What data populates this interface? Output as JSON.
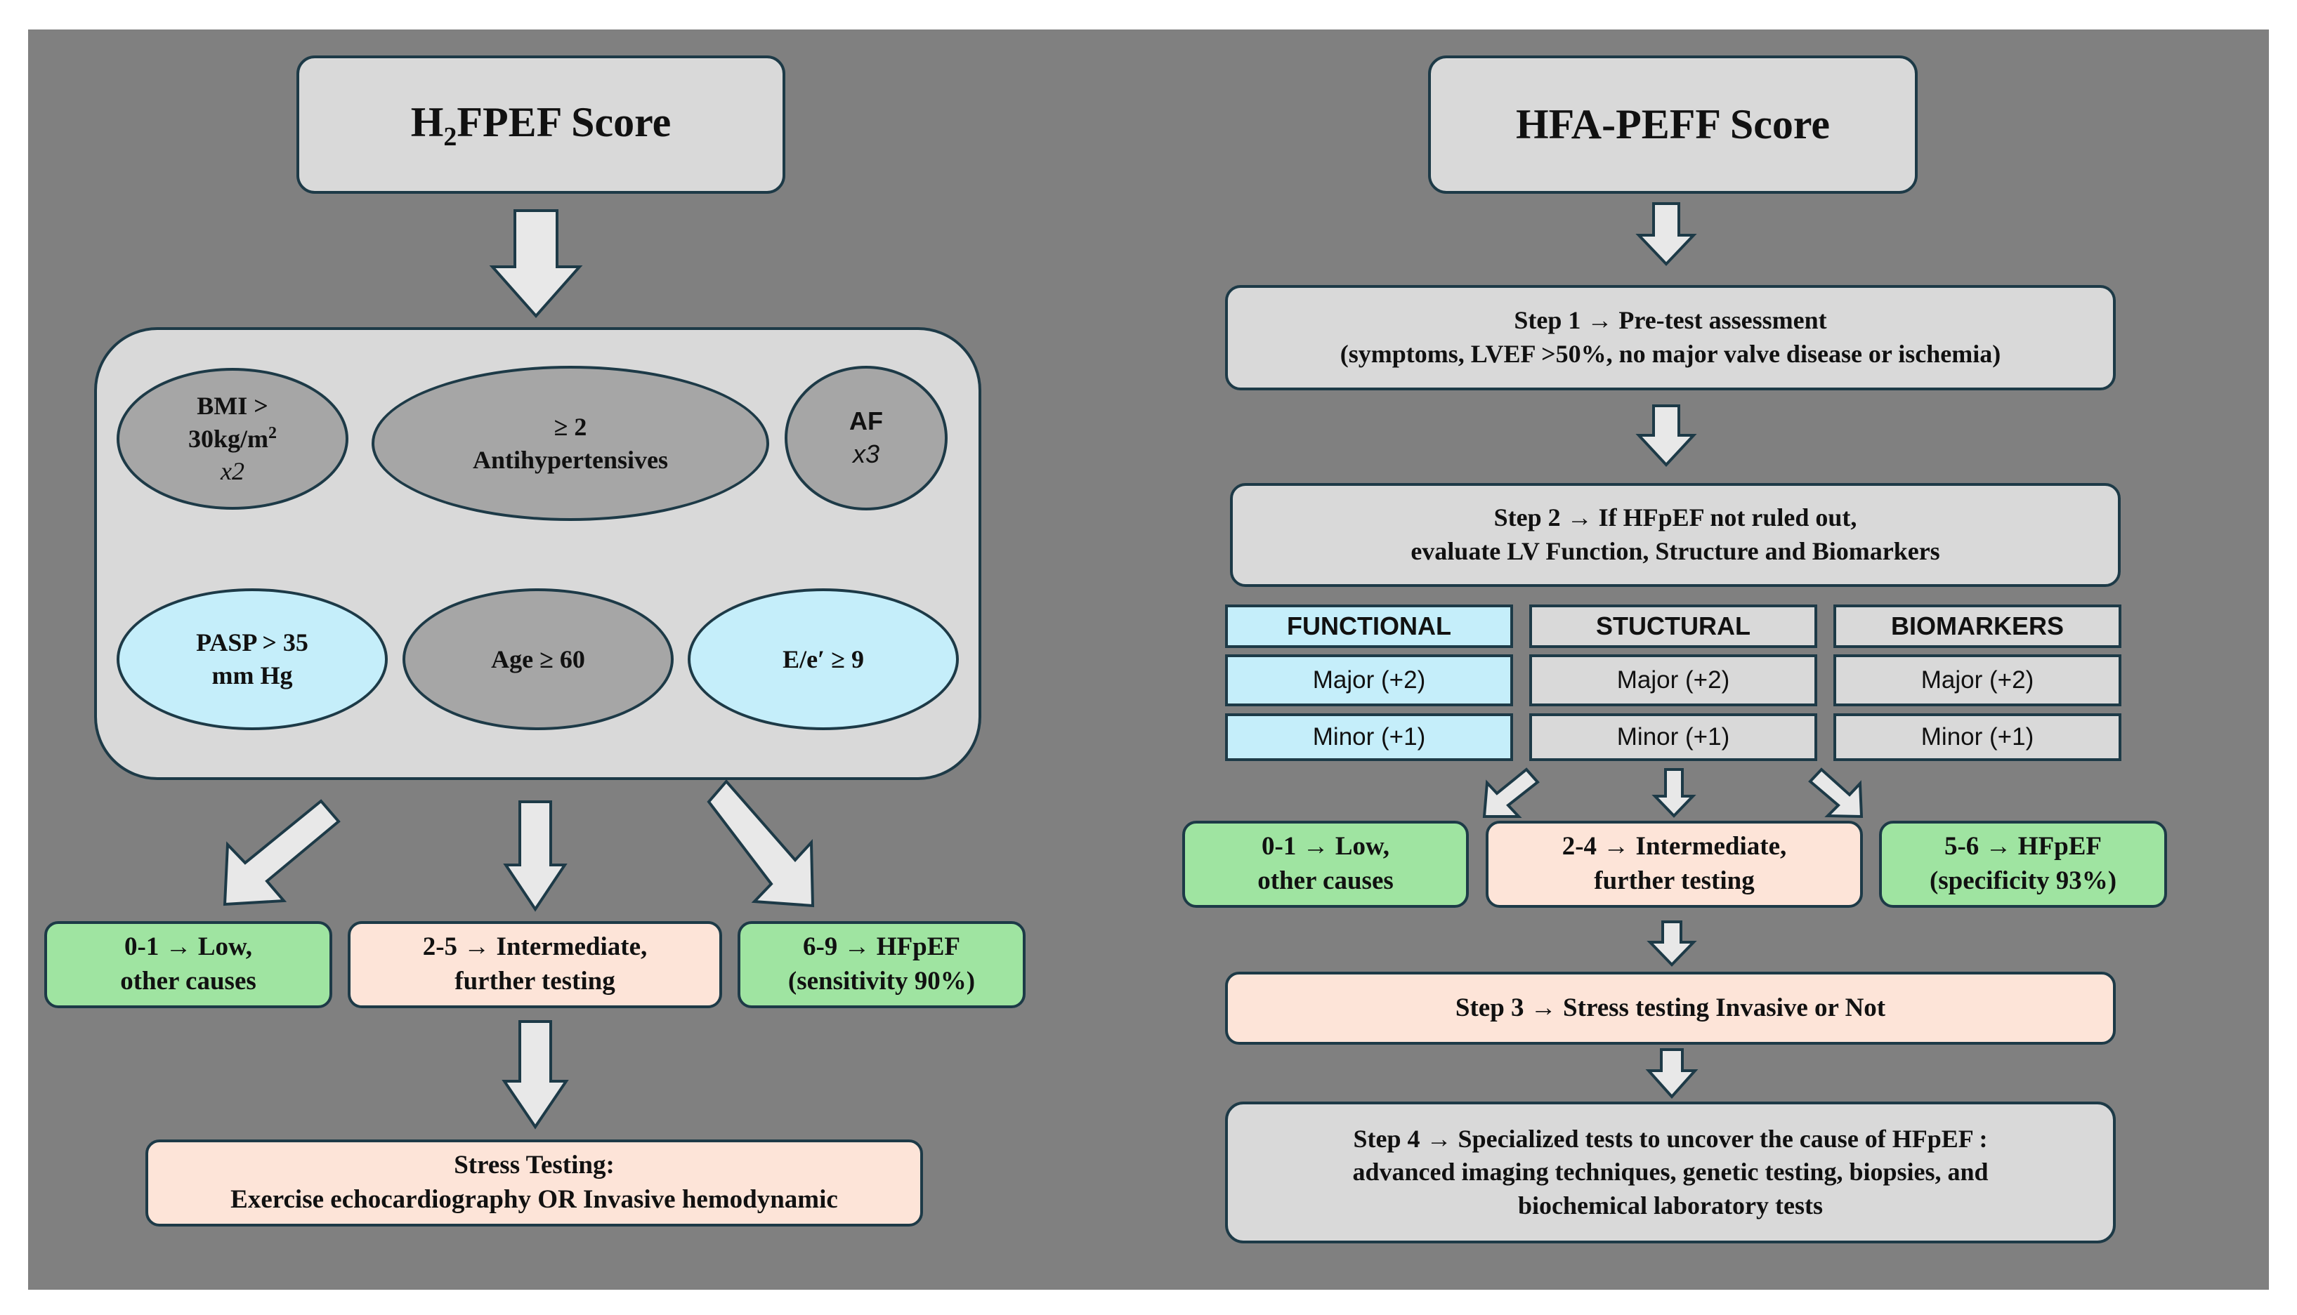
{
  "left": {
    "title_prefix": "H",
    "title_sub": "2",
    "title_suffix": "FPEF Score",
    "criteria": {
      "bmi_line1": "BMI >",
      "bmi_line2": "30kg/m",
      "bmi_sup": "2",
      "bmi_mult": "x2",
      "antihyp_line1": "≥ 2",
      "antihyp_line2": "Antihypertensives",
      "af_label": "AF",
      "af_mult": "x3",
      "pasp_line1": "PASP > 35",
      "pasp_line2": "mm Hg",
      "age": "Age ≥ 60",
      "ee": "E/e′ ≥ 9"
    },
    "low_line1": "0-1 → Low,",
    "low_line2": "other causes",
    "mid_line1": "2-5 → Intermediate,",
    "mid_line2": "further testing",
    "high_line1": "6-9 → HFpEF",
    "high_line2": "(sensitivity 90%)",
    "stress_line1": "Stress Testing:",
    "stress_line2": "Exercise echocardiography OR Invasive hemodynamic"
  },
  "right": {
    "title": "HFA-PEFF Score",
    "step1_line1": "Step 1 → Pre-test assessment",
    "step1_line2": "(symptoms, LVEF >50%, no major valve disease or ischemia)",
    "step2_line1": "Step 2 → If HFpEF not ruled out,",
    "step2_line2": "evaluate LV  Function,  Structure and Biomarkers",
    "table": {
      "headers": [
        "FUNCTIONAL",
        "STUCTURAL",
        "BIOMARKERS"
      ],
      "major": "Major (+2)",
      "minor": "Minor (+1)"
    },
    "low_line1": "0-1 → Low,",
    "low_line2": "other causes",
    "mid_line1": "2-4 → Intermediate,",
    "mid_line2": "further testing",
    "high_line1": "5-6 → HFpEF",
    "high_line2": "(specificity 93%)",
    "step3": "Step 3 → Stress testing Invasive or Not",
    "step4_line1": "Step 4 → Specialized tests to uncover the cause of HFpEF :",
    "step4_line2": "advanced imaging techniques, genetic testing, biopsies, and",
    "step4_line3": "biochemical laboratory tests"
  },
  "colors": {
    "background": "#808080",
    "box_gray": "#d9d9d9",
    "ellipse_gray": "#a6a6a6",
    "cyan": "#c5eefa",
    "green": "#9fe4a1",
    "peach": "#fde4d8",
    "border": "#1d3a47"
  }
}
